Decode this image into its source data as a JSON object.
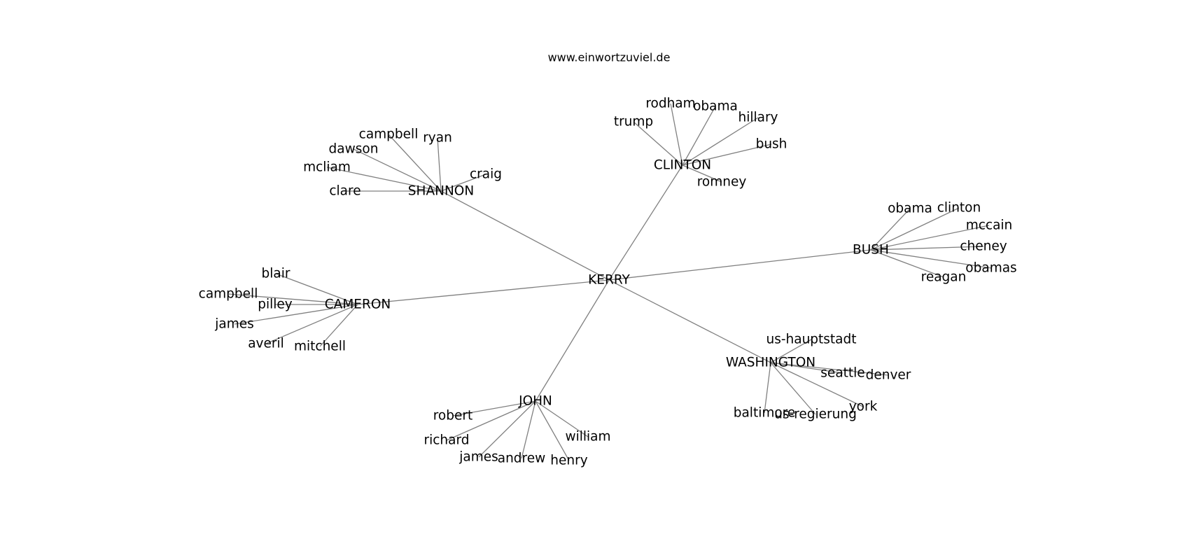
{
  "header": {
    "site": "www.einwortzuviel.de"
  },
  "colors": {
    "edge": "#808080",
    "text": "#000000",
    "background": "#ffffff"
  },
  "graph": {
    "center": "KERRY",
    "clusters": [
      {
        "hub": "CLINTON",
        "leaves": [
          "rodham",
          "obama",
          "trump",
          "hillary",
          "bush",
          "romney"
        ]
      },
      {
        "hub": "SHANNON",
        "leaves": [
          "campbell",
          "ryan",
          "dawson",
          "mcliam",
          "craig",
          "clare"
        ]
      },
      {
        "hub": "BUSH",
        "leaves": [
          "obama",
          "clinton",
          "mccain",
          "cheney",
          "obamas",
          "reagan"
        ]
      },
      {
        "hub": "CAMERON",
        "leaves": [
          "blair",
          "campbell",
          "pilley",
          "james",
          "averil",
          "mitchell"
        ]
      },
      {
        "hub": "WASHINGTON",
        "leaves": [
          "us-hauptstadt",
          "seattle",
          "denver",
          "york",
          "baltimore",
          "us-regierung"
        ]
      },
      {
        "hub": "JOHN",
        "leaves": [
          "robert",
          "richard",
          "james",
          "andrew",
          "henry",
          "william"
        ]
      }
    ]
  }
}
